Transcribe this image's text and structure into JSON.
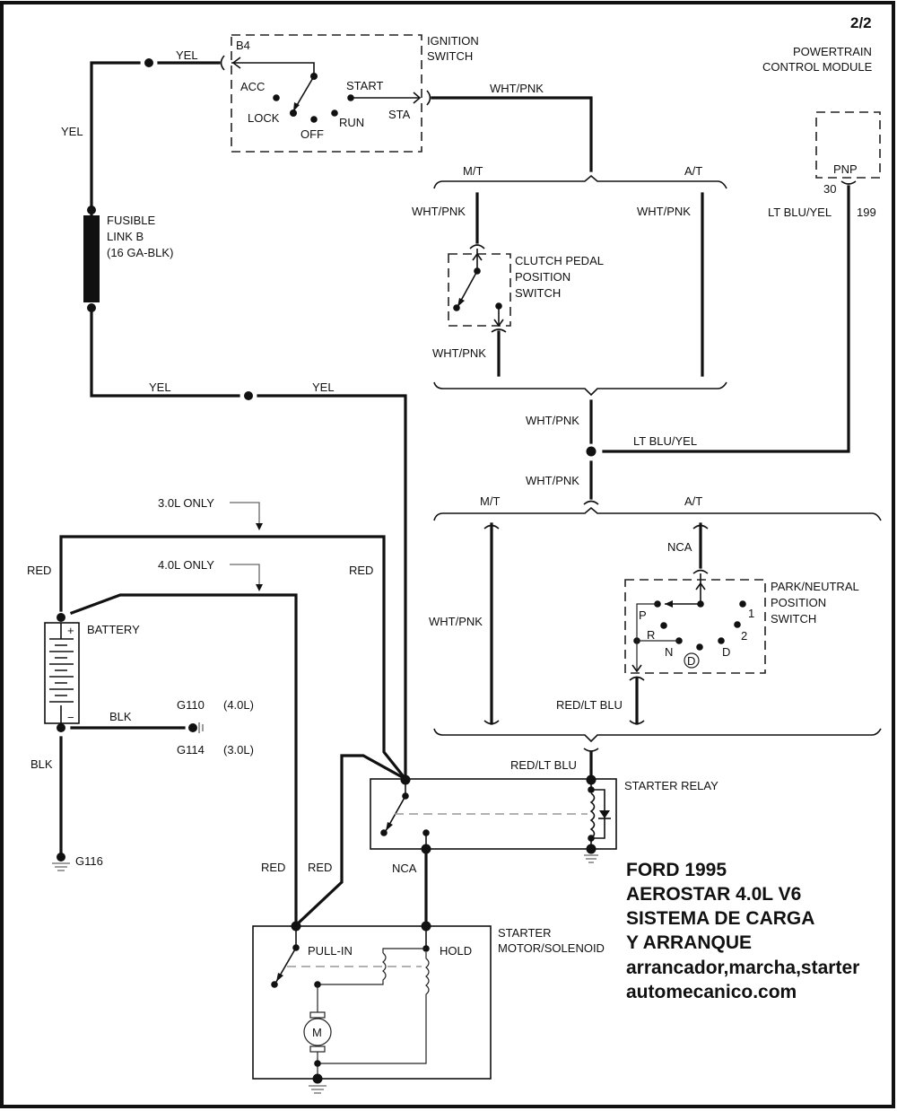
{
  "page_number": "2/2",
  "title_block": {
    "line1": "FORD 1995",
    "line2": "AEROSTAR 4.0L V6",
    "line3": "SISTEMA DE CARGA",
    "line4": "Y ARRANQUE",
    "line5": "arrancador,marcha,starter",
    "line6": "automecanico.com"
  },
  "components": {
    "ignition_switch": {
      "name_line1": "IGNITION",
      "name_line2": "SWITCH",
      "terminal_in": "B4",
      "terminal_out": "STA",
      "positions": {
        "acc": "ACC",
        "lock": "LOCK",
        "off": "OFF",
        "run": "RUN",
        "start": "START"
      }
    },
    "pcm": {
      "name_line1": "POWERTRAIN",
      "name_line2": "CONTROL MODULE",
      "connector": "PNP",
      "pin": "30",
      "circuit": "199"
    },
    "fusible_link": {
      "line1": "FUSIBLE",
      "line2": "LINK B",
      "line3": "(16 GA-BLK)"
    },
    "clutch_switch": {
      "line1": "CLUTCH PEDAL",
      "line2": "POSITION",
      "line3": "SWITCH"
    },
    "pn_switch": {
      "line1": "PARK/NEUTRAL",
      "line2": "POSITION",
      "line3": "SWITCH",
      "positions": {
        "p": "P",
        "r": "R",
        "n": "N",
        "od": "D",
        "d": "D",
        "two": "2",
        "one": "1"
      }
    },
    "battery": {
      "name": "BATTERY",
      "plus": "+",
      "minus": "−"
    },
    "grounds": {
      "g110": "G110",
      "g110_note": "(4.0L)",
      "g114": "G114",
      "g114_note": "(3.0L)",
      "g116": "G116"
    },
    "starter_relay": {
      "name": "STARTER RELAY"
    },
    "starter_motor": {
      "name_line1": "STARTER",
      "name_line2": "MOTOR/SOLENOID",
      "pull_in": "PULL-IN",
      "hold": "HOLD",
      "motor": "M"
    }
  },
  "variants": {
    "mt": "M/T",
    "at": "A/T",
    "only_30": "3.0L ONLY",
    "only_40": "4.0L ONLY"
  },
  "wires": {
    "yel": "YEL",
    "wht_pnk": "WHT/PNK",
    "lt_blu_yel": "LT BLU/YEL",
    "red": "RED",
    "red_lt_blu": "RED/LT BLU",
    "blk": "BLK",
    "nca": "NCA"
  }
}
